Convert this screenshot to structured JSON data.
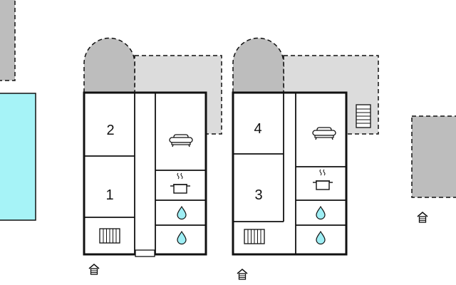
{
  "colors": {
    "wall": "#111111",
    "outline_fill": "#dcdcdc",
    "annex_fill": "#bdbdbd",
    "pool_fill": "#a6f3f7",
    "water_fill": "#9eeef4"
  },
  "units": [
    {
      "rooms": [
        {
          "number": "2",
          "icon": "bedroom-number"
        },
        {
          "number": "1",
          "icon": "bedroom-number"
        }
      ],
      "icons": [
        "sofa-icon",
        "cooking-pot-icon",
        "water-drop-icon",
        "water-drop-icon",
        "radiator-icon",
        "entrance-house-icon"
      ]
    },
    {
      "rooms": [
        {
          "number": "4",
          "icon": "bedroom-number"
        },
        {
          "number": "3",
          "icon": "bedroom-number"
        }
      ],
      "icons": [
        "sofa-icon",
        "cooking-pot-icon",
        "water-drop-icon",
        "water-drop-icon",
        "radiator-icon",
        "stairs-icon",
        "entrance-house-icon"
      ]
    }
  ],
  "other_icons": [
    "entrance-house-icon"
  ],
  "features": [
    "swimming-pool",
    "annex-building",
    "terrace"
  ]
}
